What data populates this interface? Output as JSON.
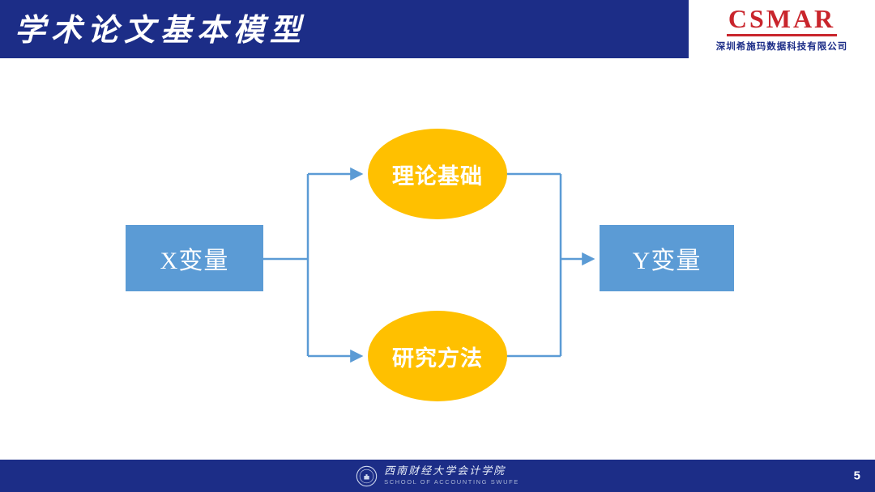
{
  "slide": {
    "title": "学术论文基本模型",
    "page_number": "5"
  },
  "header": {
    "logo_text": "CSMAR",
    "logo_company": "深圳希施玛数据科技有限公司"
  },
  "diagram": {
    "nodes": {
      "x": {
        "label": "X变量",
        "shape": "rect"
      },
      "theory": {
        "label": "理论基础",
        "shape": "ellipse"
      },
      "method": {
        "label": "研究方法",
        "shape": "ellipse"
      },
      "y": {
        "label": "Y变量",
        "shape": "rect"
      }
    },
    "edges": [
      "X变量 -> 理论基础",
      "X变量 -> 研究方法",
      "理论基础 -> Y变量",
      "研究方法 -> Y变量"
    ],
    "colors": {
      "node_blue": "#5B9BD5",
      "node_yellow": "#FFC000",
      "arrow": "#5B9BD5"
    }
  },
  "footer": {
    "school_cn": "西南财经大学会计学院",
    "school_en": "SCHOOL OF ACCOUNTING SWUFE"
  },
  "theme": {
    "banner_blue": "#1c2d87",
    "csmar_red": "#c9252c"
  }
}
